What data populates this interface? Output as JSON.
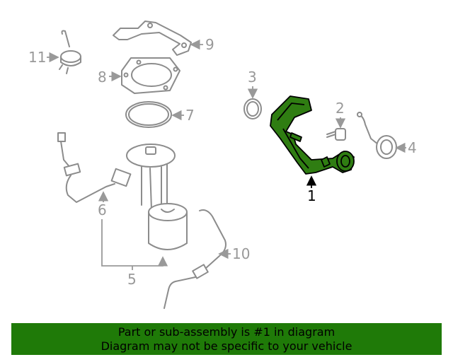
{
  "callouts": {
    "c1": "1",
    "c2": "2",
    "c3": "3",
    "c4": "4",
    "c5": "5",
    "c6": "6",
    "c7": "7",
    "c8": "8",
    "c9": "9",
    "c10": "10",
    "c11": "11"
  },
  "highlight_color": "#2f7d12",
  "banner": {
    "color": "#1f7a08",
    "line1": "Part or sub-assembly is #1 in diagram",
    "line2": "Diagram may not be specific to your vehicle"
  }
}
